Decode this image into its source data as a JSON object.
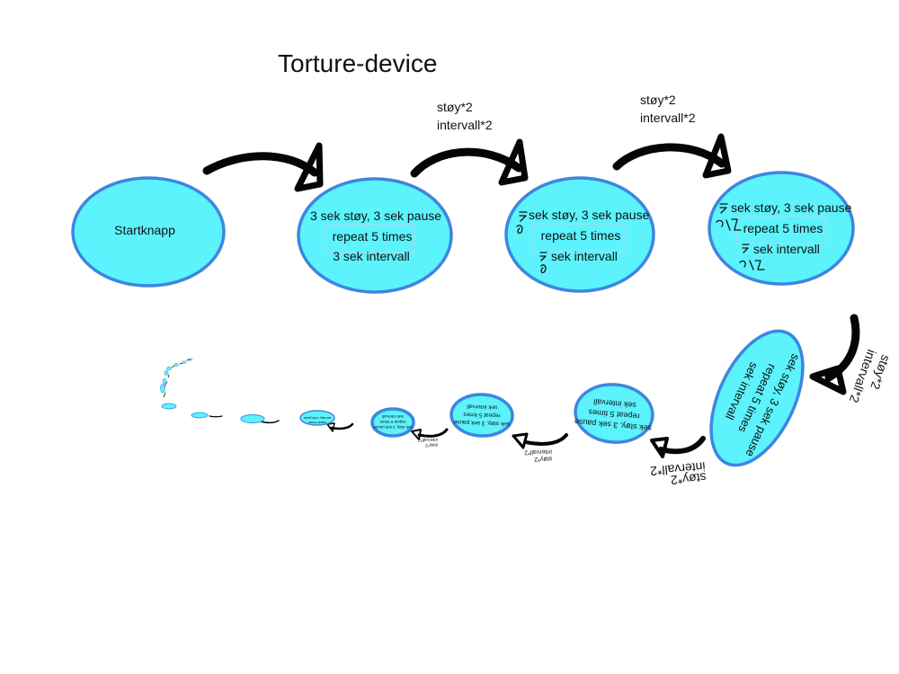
{
  "diagram": {
    "title": "Torture-device",
    "start_node": {
      "label": "Startknapp"
    },
    "stage_1": {
      "line1": "3 sek støy, 3 sek pause",
      "line2": "repeat 5 times",
      "line3": "3 sek intervall"
    },
    "stage_2": {
      "line1": "sek støy, 3 sek pause",
      "line2": "repeat 5 times",
      "line3": "sek intervall"
    },
    "stage_3": {
      "line1": "sek støy, 3 sek pause",
      "line2": "repeat 5 times",
      "line3": "sek intervall"
    },
    "edge_label": {
      "line1": "støy*2",
      "line2": "intervall*2"
    }
  },
  "colors": {
    "node_fill": "#5cf3fd",
    "node_border": "#3d86e0",
    "arrow": "#050505"
  }
}
